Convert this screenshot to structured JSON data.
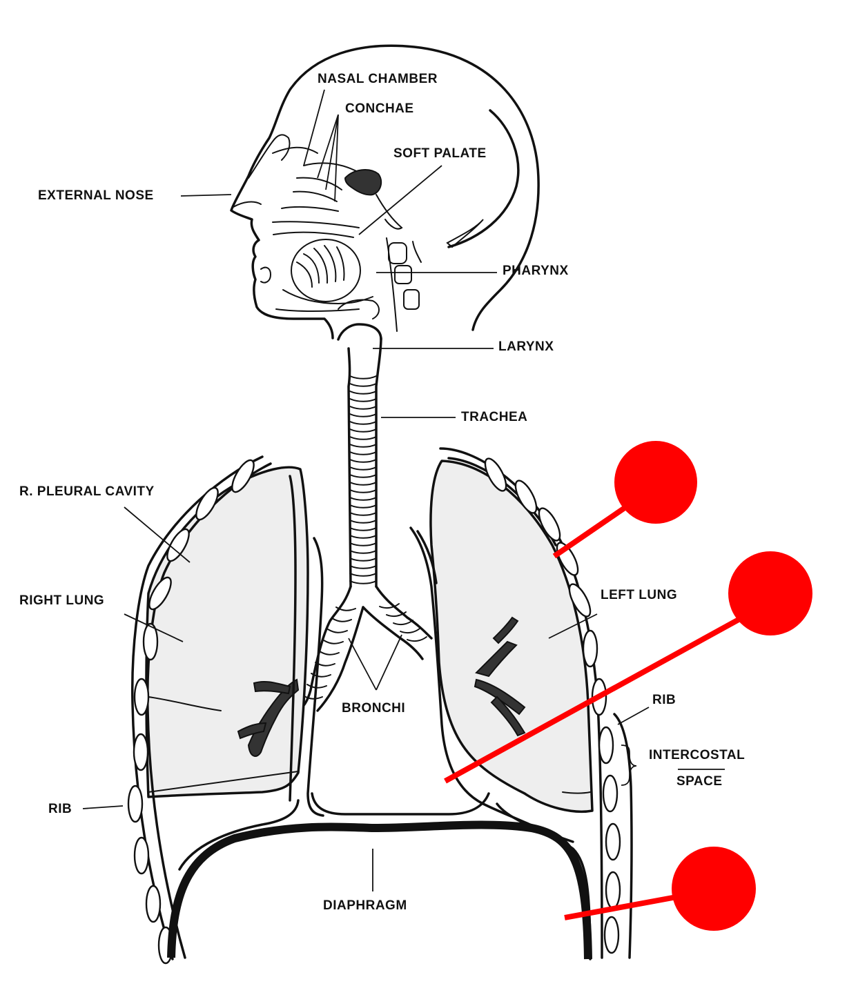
{
  "labels": {
    "nasal_chamber": "NASAL CHAMBER",
    "conchae": "CONCHAE",
    "soft_palate": "SOFT PALATE",
    "external_nose": "EXTERNAL NOSE",
    "pharynx": "PHARYNX",
    "larynx": "LARYNX",
    "trachea": "TRACHEA",
    "r_pleural_cavity": "R. PLEURAL CAVITY",
    "right_lung": "RIGHT LUNG",
    "left_lung": "LEFT LUNG",
    "bronchi": "BRONCHI",
    "rib_right": "RIB",
    "intercostal_1": "INTERCOSTAL",
    "intercostal_2": "SPACE",
    "rib_left": "RIB",
    "diaphragm": "DIAPHRAGM"
  },
  "colors": {
    "pin": "#ff0000",
    "ink": "#111111",
    "lung_fill": "#eeeeee"
  }
}
